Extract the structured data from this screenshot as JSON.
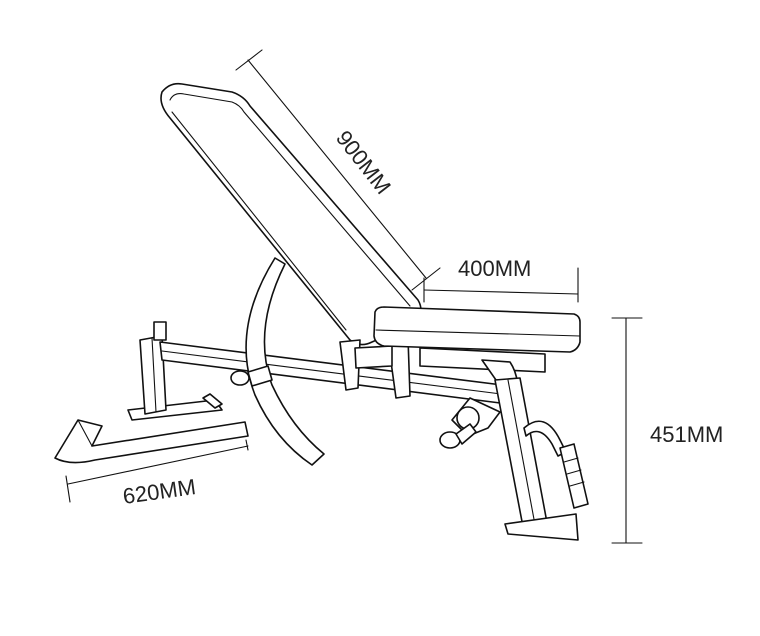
{
  "dimensions": {
    "backrest_length": "900MM",
    "seat_length": "400MM",
    "seat_height": "451MM",
    "base_length": "620MM"
  },
  "colors": {
    "line": "#111111",
    "text": "#222222",
    "background": "#ffffff"
  }
}
